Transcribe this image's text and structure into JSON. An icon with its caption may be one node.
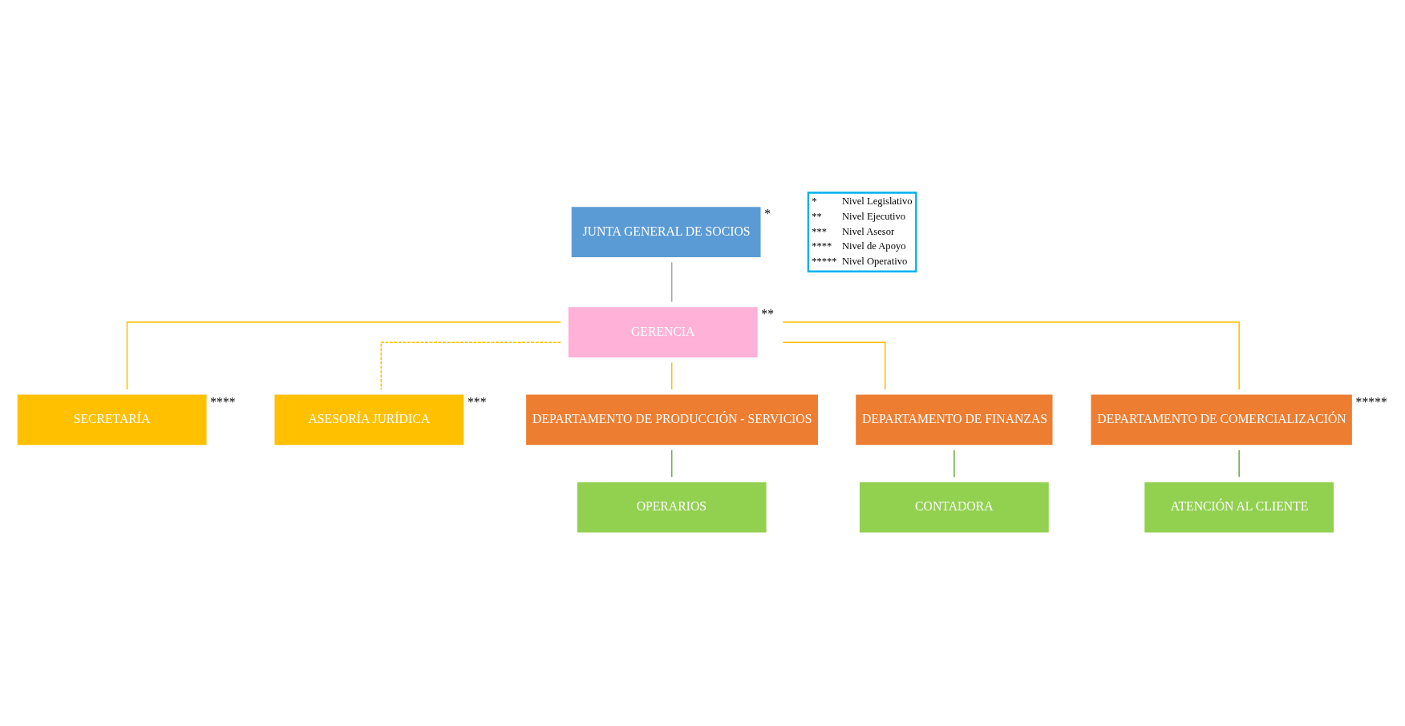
{
  "diagram": {
    "nodes": [
      {
        "text": [
          "JUNTA GENERAL DE SOCIOS"
        ],
        "beside": [
          "*"
        ]
      },
      {
        "text": [
          "GERENCIA"
        ],
        "beside": [
          "**"
        ]
      },
      {
        "text": [
          "SECRETARÍA"
        ],
        "beside": [
          "****"
        ]
      },
      {
        "text": [
          "ASESORÍA JURÍDICA"
        ],
        "beside": [
          "***"
        ]
      },
      {
        "text": [
          "DEPARTAMENTO DE PRODUCCIÓN - SERVICIOS"
        ]
      },
      {
        "text": [
          "DEPARTAMENTO DE FINANZAS"
        ]
      },
      {
        "text": [
          "DEPARTAMENTO DE COMERCIALIZACIÓN"
        ],
        "beside": [
          "*****"
        ]
      },
      {
        "text": [
          "OPERARIOS"
        ]
      },
      {
        "text": [
          "CONTADORA"
        ]
      },
      {
        "text": [
          "ATENCIÓN AL CLIENTE"
        ]
      }
    ],
    "edges": [
      {
        "from": 0,
        "to": 1,
        "arrow": "none",
        "color": "#a6a6a6"
      },
      {
        "from": 1,
        "to": 2,
        "arrow": "none"
      },
      {
        "from": 1,
        "to": 3,
        "arrow": "none",
        "style": "dashed"
      },
      {
        "from": 1,
        "to": 4,
        "arrow": "none"
      },
      {
        "from": 1,
        "to": 5,
        "arrow": "none"
      },
      {
        "from": 1,
        "to": 6,
        "arrow": "none"
      },
      {
        "from": 4,
        "to": 7,
        "arrow": "none",
        "color": "#70ad47"
      },
      {
        "from": 5,
        "to": 8,
        "arrow": "none",
        "color": "#70ad47"
      },
      {
        "from": 6,
        "to": 9,
        "arrow": "none",
        "color": "#70ad47"
      }
    ],
    "labels": [
      "*",
      "Nivel Legislativo",
      "**",
      "Nivel Ejecutivo",
      "***",
      "Nivel Asesor",
      "****",
      "Nivel de Apoyo",
      "*****",
      "Nivel Operativo"
    ]
  }
}
